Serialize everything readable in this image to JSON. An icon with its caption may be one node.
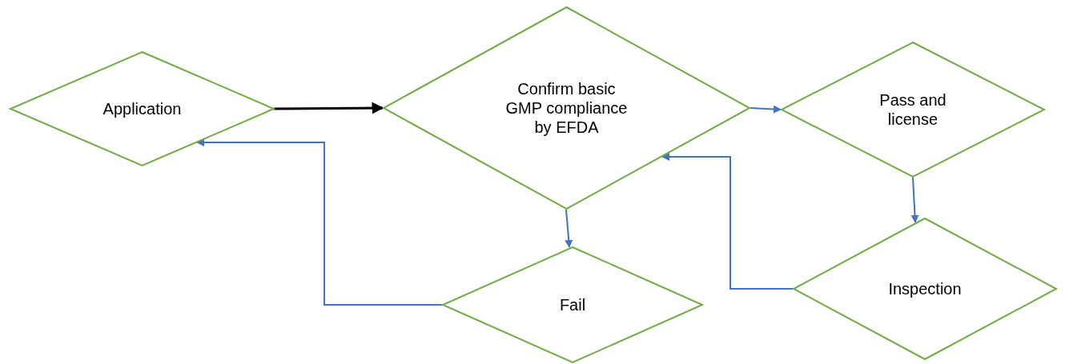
{
  "diagram": {
    "nodes": [
      {
        "text": [
          "Application"
        ]
      },
      {
        "text": [
          "Confirm basic GMP compliance by EFDA"
        ]
      },
      {
        "text": [
          "Pass and license"
        ]
      },
      {
        "text": [
          "Fail"
        ]
      },
      {
        "text": [
          "Inspection"
        ]
      }
    ],
    "edges": [
      {
        "from": 0,
        "to": 1,
        "arrow": "to",
        "color": "#000000"
      },
      {
        "from": 1,
        "to": 2,
        "arrow": "to"
      },
      {
        "from": 2,
        "to": 4,
        "arrow": "to"
      },
      {
        "from": 1,
        "to": 3,
        "arrow": "to"
      },
      {
        "from": 3,
        "to": 0,
        "arrow": "to"
      },
      {
        "from": 4,
        "to": 1,
        "arrow": "to"
      }
    ]
  }
}
